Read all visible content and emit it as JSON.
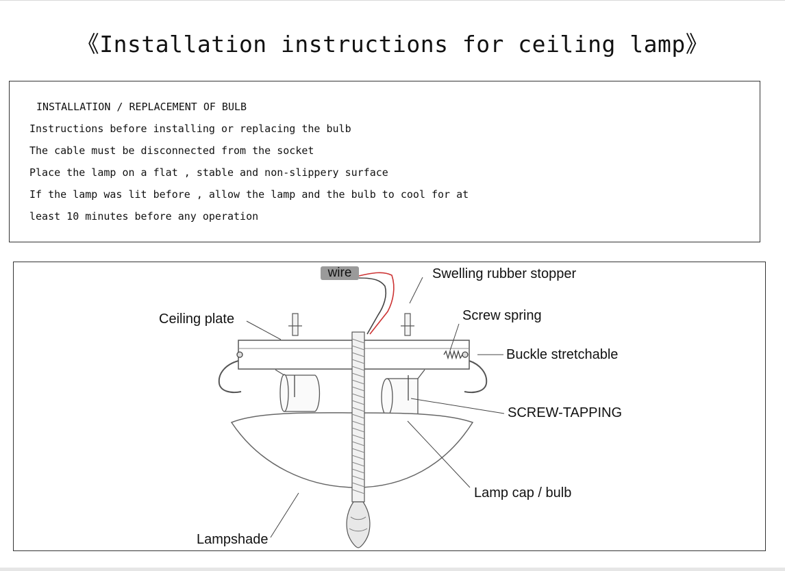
{
  "title": "《Installation instructions for ceiling lamp》",
  "instructions": {
    "heading": "INSTALLATION / REPLACEMENT OF BULB",
    "lines": [
      "Instructions before installing or replacing the bulb",
      "The cable must be disconnected from the socket",
      "Place the lamp on a flat , stable and non-slippery surface",
      "If the lamp was lit before , allow the lamp and the bulb to cool for at",
      "least 10 minutes before any operation"
    ]
  },
  "diagram": {
    "labels": {
      "wire": "wire",
      "swelling_rubber_stopper": "Swelling rubber stopper",
      "ceiling_plate": "Ceiling plate",
      "screw_spring": "Screw spring",
      "buckle_stretchable": "Buckle stretchable",
      "screw_tapping": "SCREW-TAPPING",
      "lamp_cap_bulb": "Lamp cap / bulb",
      "lampshade": "Lampshade"
    }
  }
}
